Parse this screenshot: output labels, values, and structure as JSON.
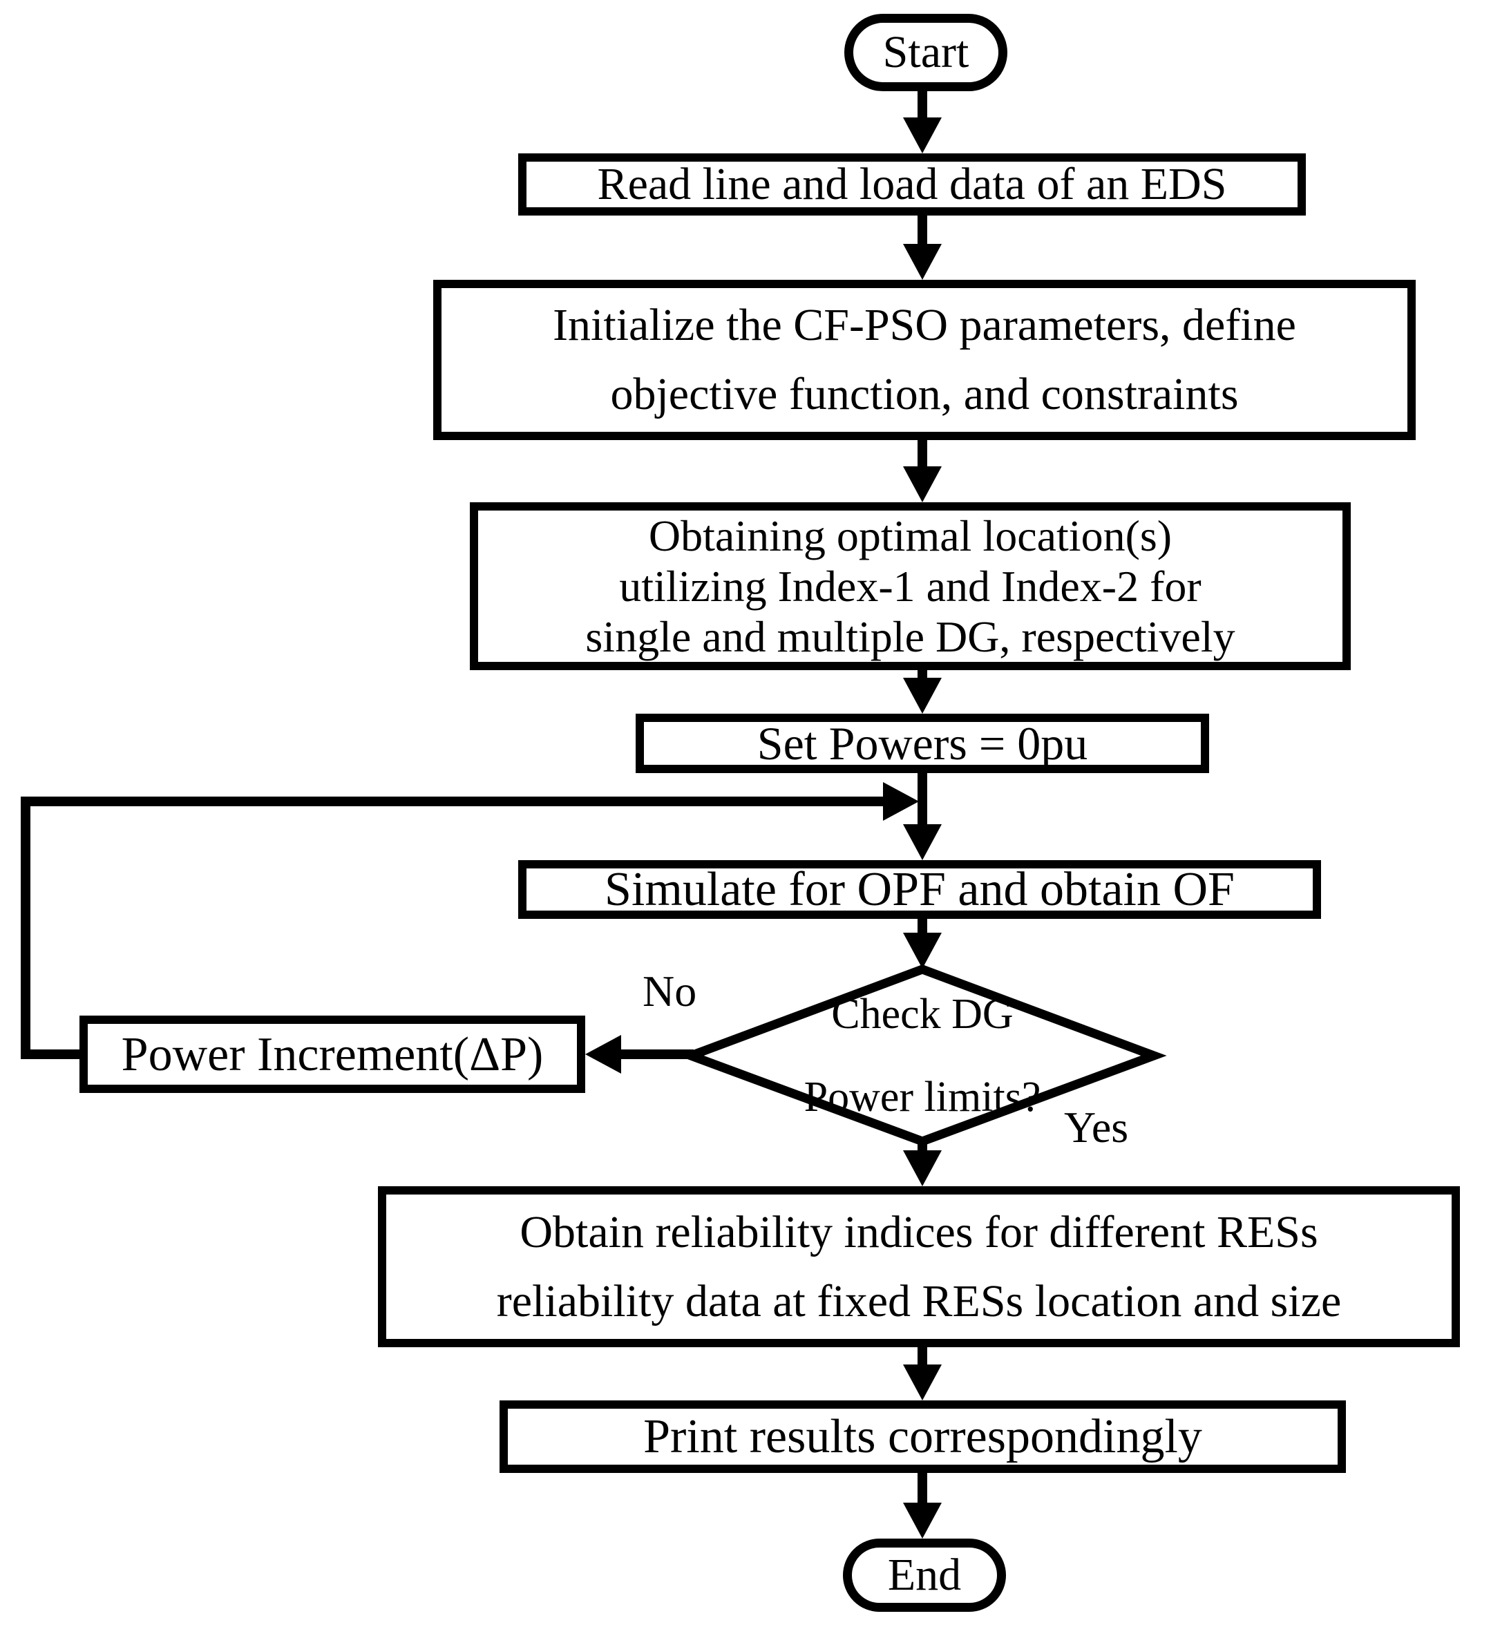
{
  "figure": {
    "type": "flowchart",
    "background_color": "#ffffff",
    "line_color": "#000000"
  },
  "nodes": {
    "start": {
      "shape": "terminator",
      "label": "Start"
    },
    "read": {
      "shape": "process",
      "label": "Read line and load data of an EDS"
    },
    "init": {
      "shape": "process",
      "lines": [
        "Initialize the CF-PSO parameters, define",
        "objective function, and constraints"
      ]
    },
    "location": {
      "shape": "process",
      "lines": [
        "Obtaining optimal location(s)",
        "utilizing Index-1 and Index-2 for",
        "single and multiple DG, respectively"
      ]
    },
    "set_powers": {
      "shape": "process",
      "label": "Set Powers = 0pu"
    },
    "simulate": {
      "shape": "process",
      "label": "Simulate for OPF and obtain OF"
    },
    "decision": {
      "shape": "decision",
      "lines": [
        "Check DG",
        "Power limits?"
      ]
    },
    "power_increment": {
      "shape": "process",
      "label": "Power Increment(ΔP)"
    },
    "reliability": {
      "shape": "process",
      "lines": [
        "Obtain reliability indices for different RESs",
        "reliability data at fixed RESs location and size"
      ]
    },
    "print": {
      "shape": "process",
      "label": "Print results correspondingly"
    },
    "end": {
      "shape": "terminator",
      "label": "End"
    }
  },
  "edge_labels": {
    "no": "No",
    "yes": "Yes"
  }
}
